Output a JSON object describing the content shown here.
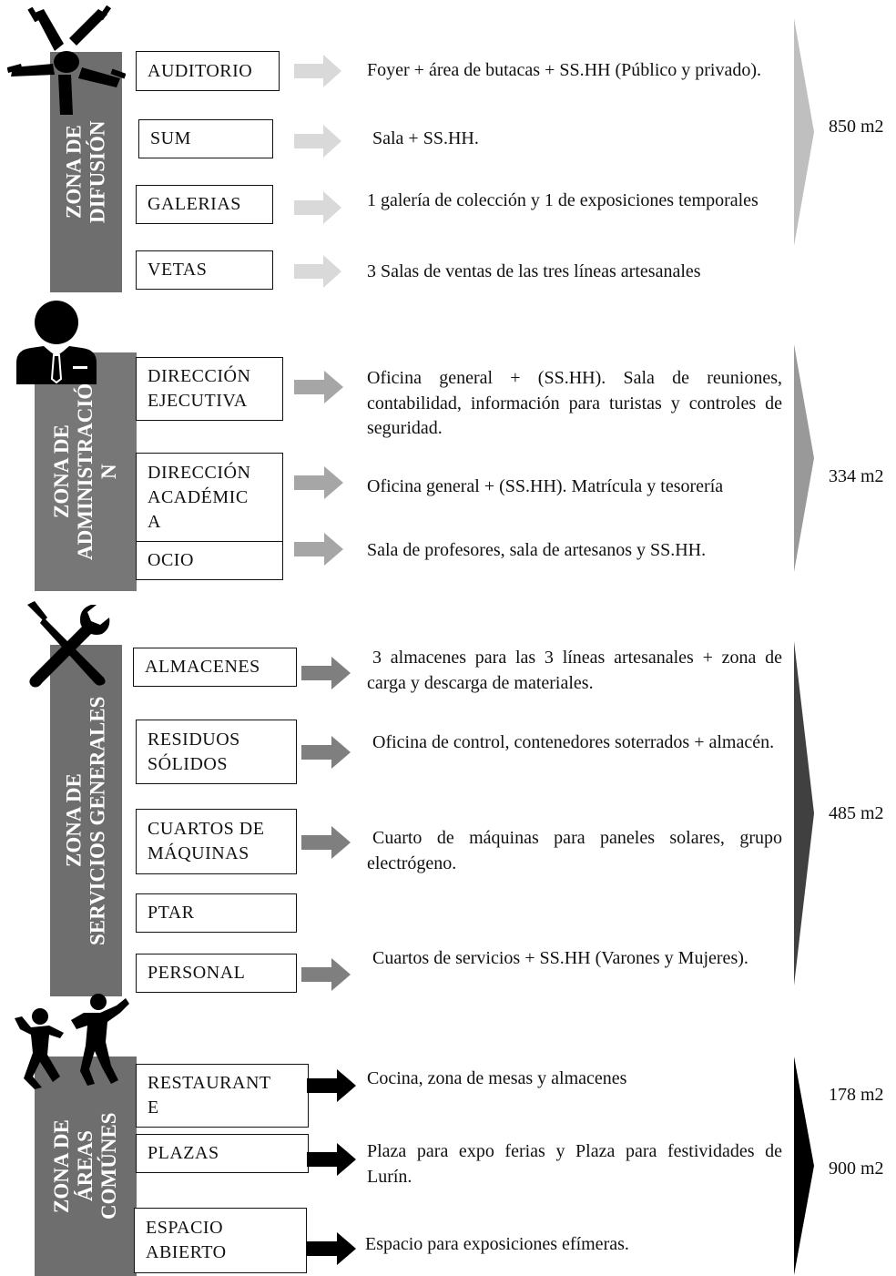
{
  "zones": [
    {
      "id": "difusion",
      "label": "ZONA DE\nDIFUSIÓN",
      "icon": "hands-together-icon",
      "bar_color": "#6e6e6e",
      "arrow_color": "#d9d9d9",
      "chevron_color": "#bfbfbf",
      "area": "850 m2",
      "items": [
        {
          "name": "AUDITORIO",
          "desc": "Foyer + área de butacas + SS.HH (Público y privado)."
        },
        {
          "name": "SUM",
          "desc": "Sala + SS.HH."
        },
        {
          "name": "GALERIAS",
          "desc": "1 galería de colección y 1 de exposiciones temporales"
        },
        {
          "name": "VETAS",
          "desc": "3 Salas de ventas de las tres líneas artesanales"
        }
      ]
    },
    {
      "id": "administracion",
      "label": "ZONA DE\nADMINISTRACIÓ\nN",
      "icon": "businessman-icon",
      "bar_color": "#777777",
      "arrow_color": "#a6a6a6",
      "chevron_color": "#999999",
      "area": "334 m2",
      "items": [
        {
          "name": "DIRECCIÓN\nEJECUTIVA",
          "desc": "Oficina general + (SS.HH). Sala de reuniones, contabilidad, información para turistas y controles de seguridad."
        },
        {
          "name": "DIRECCIÓN\nACADÉMIC\nA",
          "desc": "Oficina general + (SS.HH). Matrícula y tesorería"
        },
        {
          "name": "OCIO",
          "desc": "Sala de profesores, sala de artesanos y SS.HH."
        }
      ]
    },
    {
      "id": "servicios",
      "label": "ZONA DE\nSERVICIOS GENERALES",
      "icon": "wrench-screwdriver-icon",
      "bar_color": "#6e6e6e",
      "arrow_color": "#7f7f7f",
      "chevron_color": "#404040",
      "area": "485 m2",
      "items": [
        {
          "name": "ALMACENES",
          "desc": "3 almacenes para las 3 líneas artesanales + zona de carga y descarga de materiales."
        },
        {
          "name": "RESIDUOS\nSÓLIDOS",
          "desc": "Oficina de control, contenedores soterrados + almacén."
        },
        {
          "name": "CUARTOS DE\nMÁQUINAS",
          "desc": "Cuarto de máquinas para paneles solares, grupo electrógeno."
        },
        {
          "name": "PTAR",
          "desc": ""
        },
        {
          "name": "PERSONAL",
          "desc": "Cuartos de servicios + SS.HH (Varones y Mujeres)."
        }
      ]
    },
    {
      "id": "comunes",
      "label": "ZONA DE\nÁREAS\nCOMÚNES",
      "icon": "people-dancing-icon",
      "bar_color": "#6e6e6e",
      "arrow_color": "#000000",
      "chevron_color": "#000000",
      "area": "178 m2",
      "area2": "900 m2",
      "items": [
        {
          "name": "RESTAURANT\nE",
          "desc": "Cocina, zona de mesas y almacenes"
        },
        {
          "name": "PLAZAS",
          "desc": "Plaza para expo ferias y Plaza para festividades de Lurín."
        },
        {
          "name": "ESPACIO\nABIERTO",
          "desc": "Espacio para exposiciones efímeras."
        }
      ]
    }
  ]
}
